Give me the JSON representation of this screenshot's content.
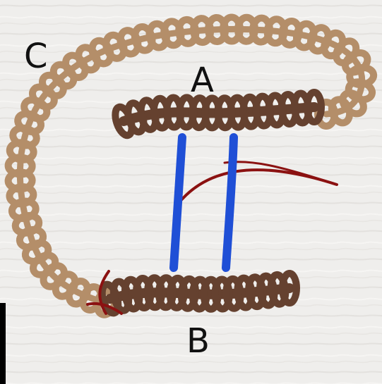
{
  "labels": {
    "top_chain": "A",
    "bottom_chain": "B",
    "loop_chain": "C"
  },
  "colors": {
    "background": "#efeeec",
    "dark_chain": "#65412f",
    "light_chain": "#b48e69",
    "bond": "#1f4fd6",
    "marker": "#8b1111",
    "text": "#111111"
  },
  "elements": [
    "chain-a",
    "chain-b",
    "loop-chain-c",
    "bond-left",
    "bond-right",
    "red-arc",
    "red-tick",
    "black-edge-bar"
  ]
}
